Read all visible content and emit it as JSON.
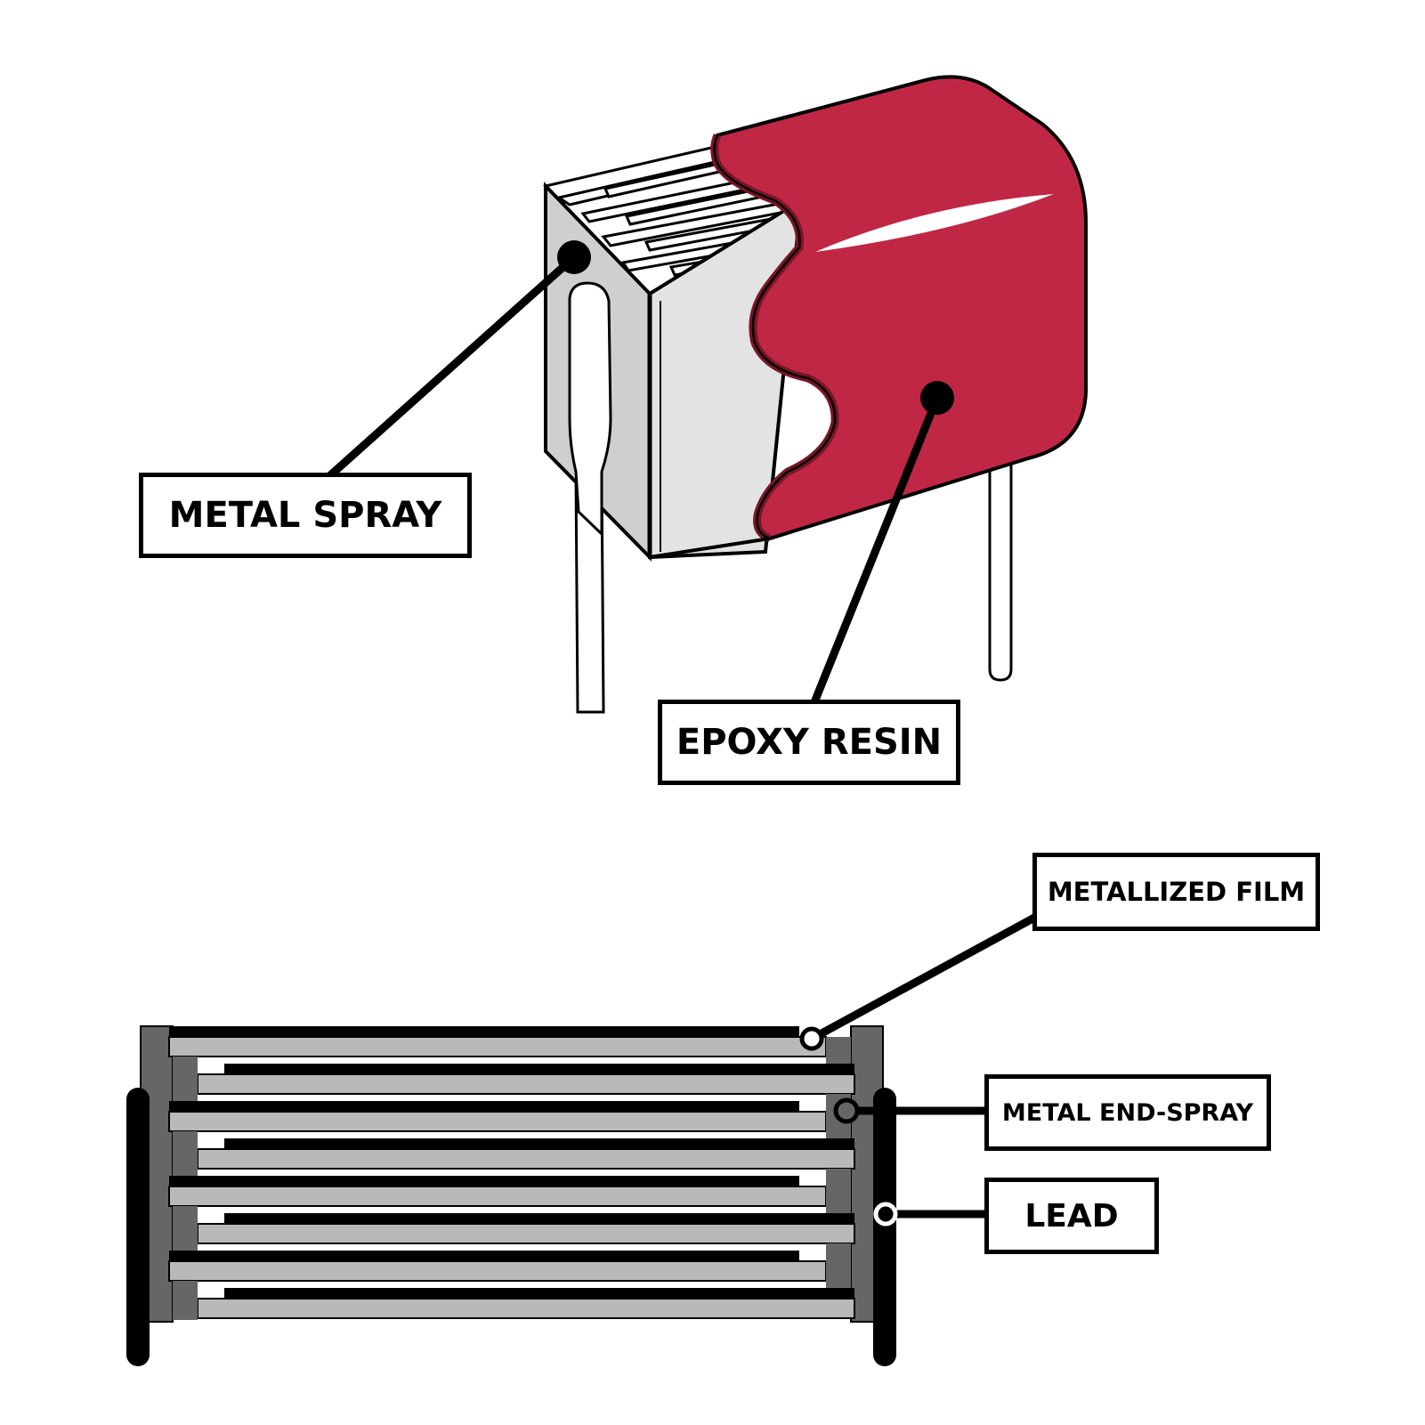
{
  "labels": {
    "metal_spray": "METAL SPRAY",
    "epoxy_resin": "EPOXY RESIN",
    "metallized_film": "METALLIZED FILM",
    "metal_end_spray": "METAL END-SPRAY",
    "lead": "LEAD"
  },
  "colors": {
    "epoxy": "#c02745",
    "epoxy_edge": "#7a1526",
    "metal_spray": "#666666",
    "film": "#b9b9b9",
    "electrode": "#000000",
    "core_face": "#e4e3e4",
    "side_face": "#cfcfcf",
    "outline": "#000000"
  }
}
